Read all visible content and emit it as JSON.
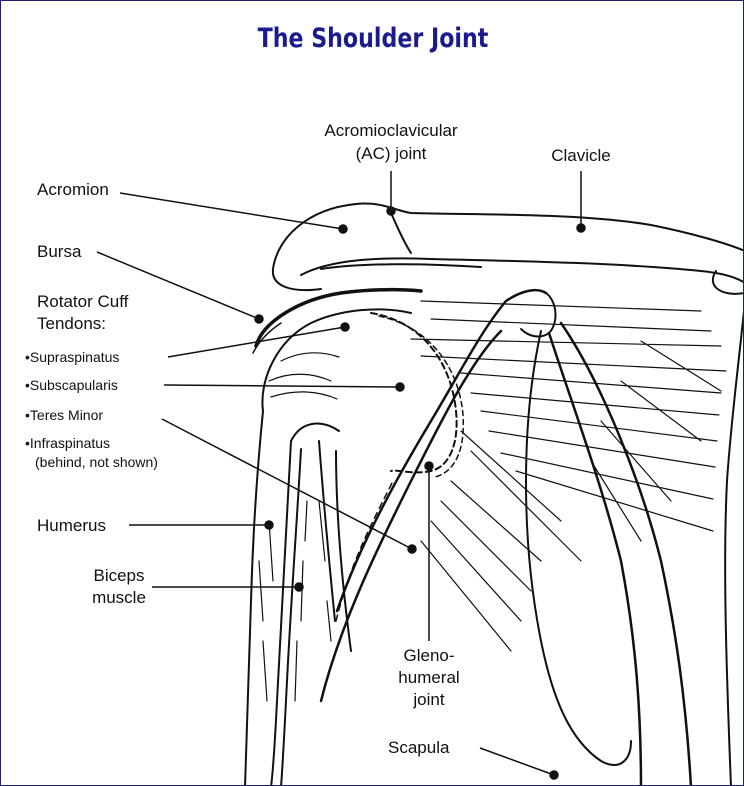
{
  "title": "The Shoulder Joint",
  "colors": {
    "title": "#1b1b8f",
    "border": "#1f1f6e",
    "ink": "#111111"
  },
  "labels": {
    "acromioclavicular_line1": "Acromioclavicular",
    "acromioclavicular_line2": "(AC) joint",
    "clavicle": "Clavicle",
    "acromion": "Acromion",
    "bursa": "Bursa",
    "rotator_cuff_line1": "Rotator Cuff",
    "rotator_cuff_line2": "Tendons:",
    "supraspinatus": "•Supraspinatus",
    "subscapularis": "•Subscapularis",
    "teres_minor": "•Teres Minor",
    "infraspinatus_line1": "•Infraspinatus",
    "infraspinatus_line2": "(behind, not shown)",
    "humerus": "Humerus",
    "biceps_line1": "Biceps",
    "biceps_line2": "muscle",
    "gleno_line1": "Gleno-",
    "gleno_line2": "humeral",
    "gleno_line3": "joint",
    "scapula": "Scapula"
  }
}
